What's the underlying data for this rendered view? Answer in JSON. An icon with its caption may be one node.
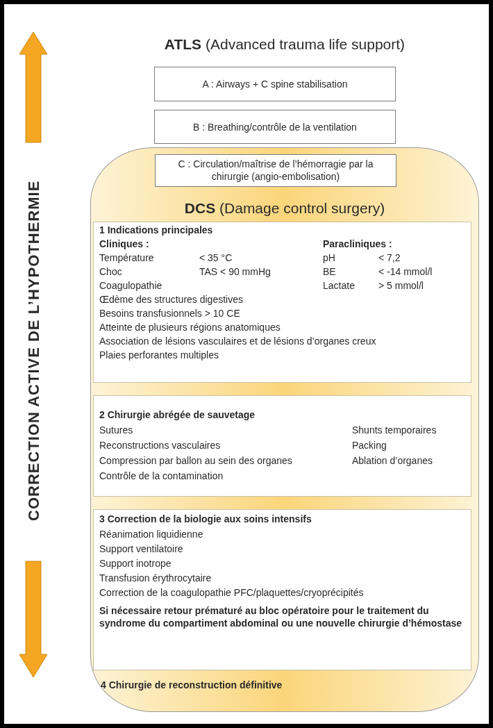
{
  "diagram": {
    "title": "**ATLS** (Advanced trauma life support)",
    "nodes": [
      {
        "text": [
          "A : Airways + C spine stabilisation"
        ]
      },
      {
        "text": [
          "B : Breathing/contrôle de la ventilation"
        ]
      },
      {
        "text": [
          "**DCS** (Damage control surgery)",
          "4 Chirurgie de reconstruction définitive"
        ]
      },
      {
        "text": [
          "C : Circulation/maîtrise de l’hémorragie par la chirurgie (angio-embolisation)"
        ],
        "in": 2
      },
      {
        "text": [
          "1 Indications principales",
          "Cliniques :",
          "Paracliniques :",
          "Température",
          "< 35 °C",
          "pH",
          "< 7,2",
          "Choc",
          "TAS < 90 mmHg",
          "BE",
          "< -14 mmol/l",
          "Coagulopathie",
          "Lactate",
          "> 5 mmol/l",
          "Œdème des structures digestives",
          "Besoins transfusionnels > 10 CE",
          "Atteinte de plusieurs régions anatomiques",
          "Association de lésions vasculaires et de lésions d’organes creux",
          "Plaies perforantes multiples"
        ],
        "in": 2
      },
      {
        "text": [
          "2 Chirurgie abrégée de sauvetage",
          "Sutures",
          "Shunts temporaires",
          "Reconstructions vasculaires",
          "Packing",
          "Compression par ballon au sein des organes",
          "Ablation d’organes",
          "Contrôle de la contamination"
        ],
        "in": 2
      },
      {
        "text": [
          "3 Correction de la biologie aux soins intensifs",
          "Réanimation liquidienne",
          "Support ventilatoire",
          "Support inotrope",
          "Transfusion érythrocytaire",
          "Correction de la coagulopathie PFC/plaquettes/cryoprécipités",
          "Si nécessaire retour prématuré au bloc opératoire pour le traitement du syndrome du compartiment abdominal ou une nouvelle chirurgie d’hémostase"
        ],
        "in": 2
      }
    ],
    "labels": [
      "CORRECTION ACTIVE DE L’HYPOTHERMIE"
    ]
  }
}
